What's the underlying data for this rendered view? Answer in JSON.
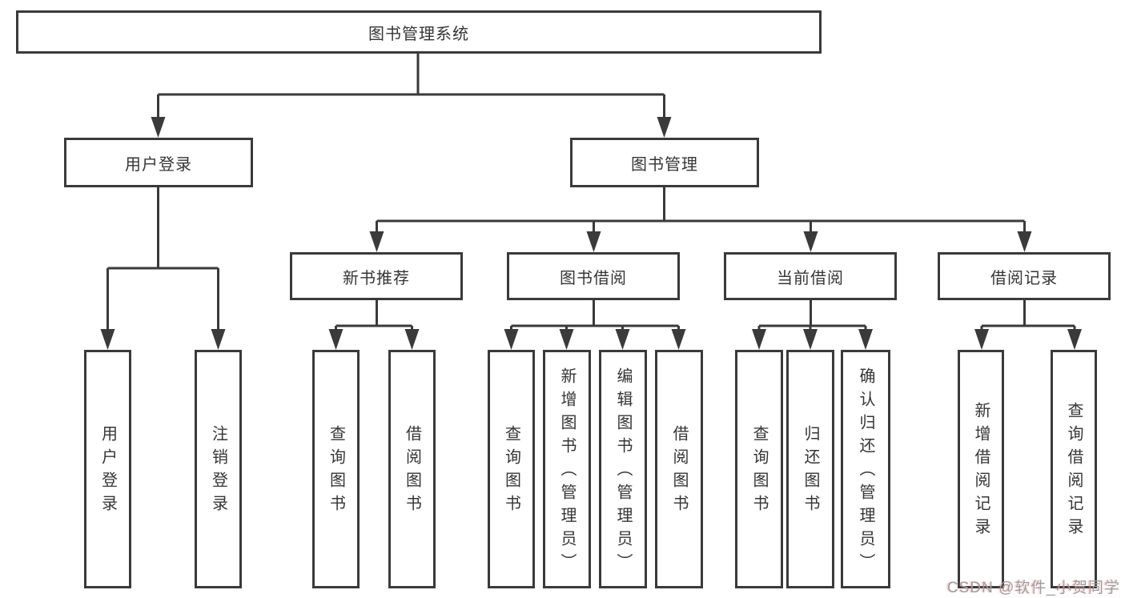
{
  "diagram": {
    "root": {
      "label": "图书管理系统"
    },
    "branches": [
      {
        "label": "用户登录",
        "children": [
          {
            "label": "用户登录"
          },
          {
            "label": "注销登录"
          }
        ]
      },
      {
        "label": "图书管理",
        "children": [
          {
            "label": "新书推荐",
            "children": [
              {
                "label": "查询图书"
              },
              {
                "label": "借阅图书"
              }
            ]
          },
          {
            "label": "图书借阅",
            "children": [
              {
                "label": "查询图书"
              },
              {
                "label": "新增图书（管理员）"
              },
              {
                "label": "编辑图书（管理员）"
              },
              {
                "label": "借阅图书"
              }
            ]
          },
          {
            "label": "当前借阅",
            "children": [
              {
                "label": "查询图书"
              },
              {
                "label": "归还图书"
              },
              {
                "label": "确认归还（管理员）"
              }
            ]
          },
          {
            "label": "借阅记录",
            "children": [
              {
                "label": "新增借阅记录"
              },
              {
                "label": "查询借阅记录"
              }
            ]
          }
        ]
      }
    ]
  },
  "colors": {
    "line": "#3a3a3a",
    "text": "#353535",
    "watermark": "#9d9d9d"
  },
  "watermark": {
    "text": "CSDN @软件_小贺同学"
  }
}
